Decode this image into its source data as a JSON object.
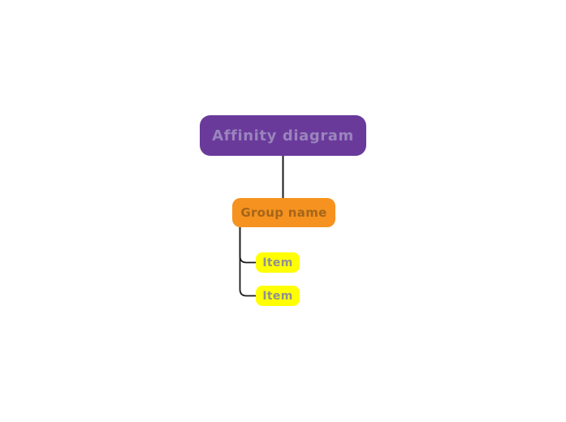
{
  "diagram": {
    "root": {
      "label": "Affinity diagram",
      "bg_color": "#6a3a9b",
      "text_color": "#9a84bd"
    },
    "group": {
      "label": "Group name",
      "bg_color": "#f6921f",
      "text_color": "#a4661a"
    },
    "items": [
      {
        "label": "Item",
        "bg_color": "#ffff00",
        "text_color": "#919191"
      },
      {
        "label": "Item",
        "bg_color": "#ffff00",
        "text_color": "#919191"
      }
    ],
    "connector_color": "#1b1b1b",
    "canvas_color": "#ffffff"
  }
}
